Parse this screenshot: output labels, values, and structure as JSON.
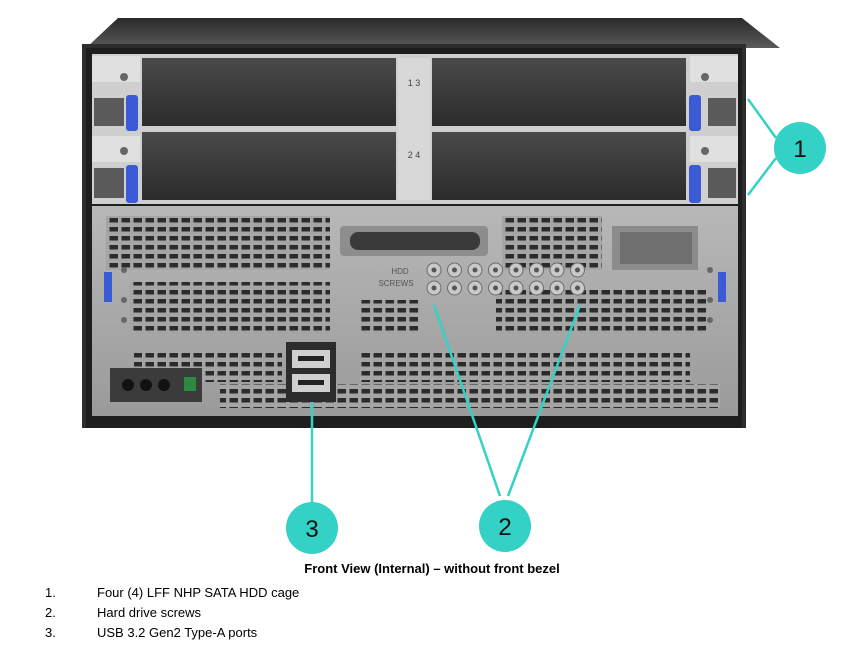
{
  "figure": {
    "panel_labels": {
      "top_slot_numbers": "1 3",
      "bottom_slot_numbers": "2 4",
      "screws_label_line1": "HDD",
      "screws_label_line2": "SCREWS"
    },
    "callouts": [
      {
        "id": "1",
        "label": "1"
      },
      {
        "id": "2",
        "label": "2"
      },
      {
        "id": "3",
        "label": "3"
      }
    ],
    "colors": {
      "callout": "#33d1c6",
      "chassis": "#a8a8a8",
      "drive": "#3a3a3a",
      "latch": "#3b5bd6"
    }
  },
  "caption": "Front View (Internal) – without front bezel",
  "legend": [
    {
      "num": "1.",
      "text": "Four (4) LFF NHP SATA HDD cage"
    },
    {
      "num": "2.",
      "text": "Hard drive screws"
    },
    {
      "num": "3.",
      "text": "USB 3.2 Gen2 Type-A ports"
    }
  ]
}
